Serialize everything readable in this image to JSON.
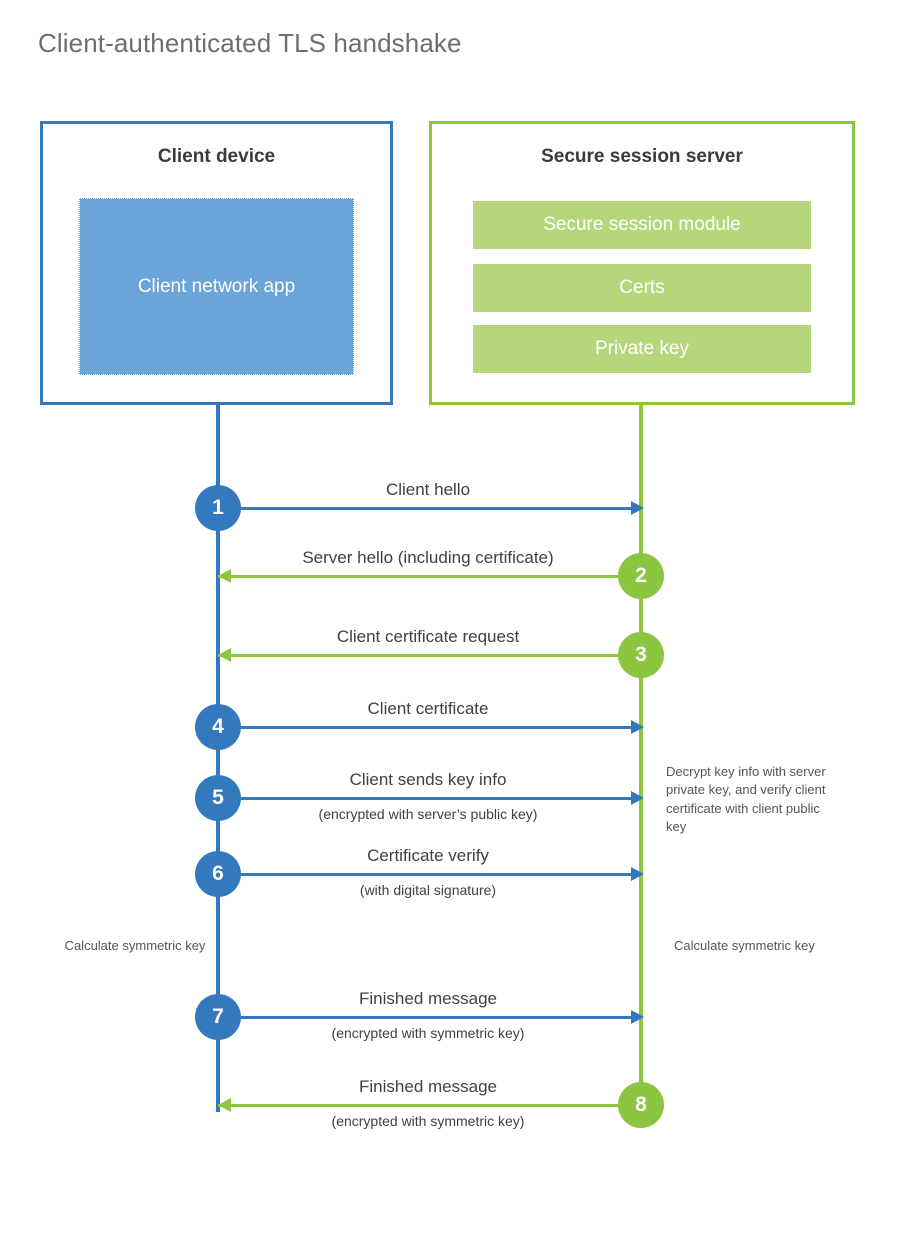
{
  "title": "Client-authenticated TLS handshake",
  "client": {
    "title": "Client device",
    "app_label": "Client network app"
  },
  "server": {
    "title": "Secure session server",
    "bars": [
      {
        "label": "Secure session module"
      },
      {
        "label": "Certs"
      },
      {
        "label": "Private key"
      }
    ]
  },
  "steps": [
    {
      "number": "1",
      "label": "Client hello",
      "sublabel": "",
      "direction": "client-to-server",
      "color": "#3479bd"
    },
    {
      "number": "2",
      "label": "Server hello (including certificate)",
      "sublabel": "",
      "direction": "server-to-client",
      "color": "#8cc540"
    },
    {
      "number": "3",
      "label": "Client certificate request",
      "sublabel": "",
      "direction": "server-to-client",
      "color": "#8cc540"
    },
    {
      "number": "4",
      "label": "Client certificate",
      "sublabel": "",
      "direction": "client-to-server",
      "color": "#3479bd"
    },
    {
      "number": "5",
      "label": "Client sends key info",
      "sublabel": "(encrypted with server’s public key)",
      "direction": "client-to-server",
      "color": "#3479bd"
    },
    {
      "number": "6",
      "label": "Certificate verify",
      "sublabel": "(with digital signature)",
      "direction": "client-to-server",
      "color": "#3479bd"
    },
    {
      "number": "7",
      "label": "Finished message",
      "sublabel": "(encrypted with symmetric key)",
      "direction": "client-to-server",
      "color": "#3479bd"
    },
    {
      "number": "8",
      "label": "Finished message",
      "sublabel": "(encrypted with symmetric key)",
      "direction": "server-to-client",
      "color": "#8cc540"
    }
  ],
  "notes": {
    "server_decrypt": "Decrypt key info with server private key, and verify client certificate with client public key",
    "client_symmetric": "Calculate symmetric key",
    "server_symmetric": "Calculate symmetric key"
  },
  "colors": {
    "client_accent": "#3479bd",
    "server_accent": "#8cc540",
    "client_app_fill": "#6aa4d8",
    "server_bar_fill": "#b5d67a",
    "title_text": "#6e6e6e",
    "body_text": "#404040"
  }
}
